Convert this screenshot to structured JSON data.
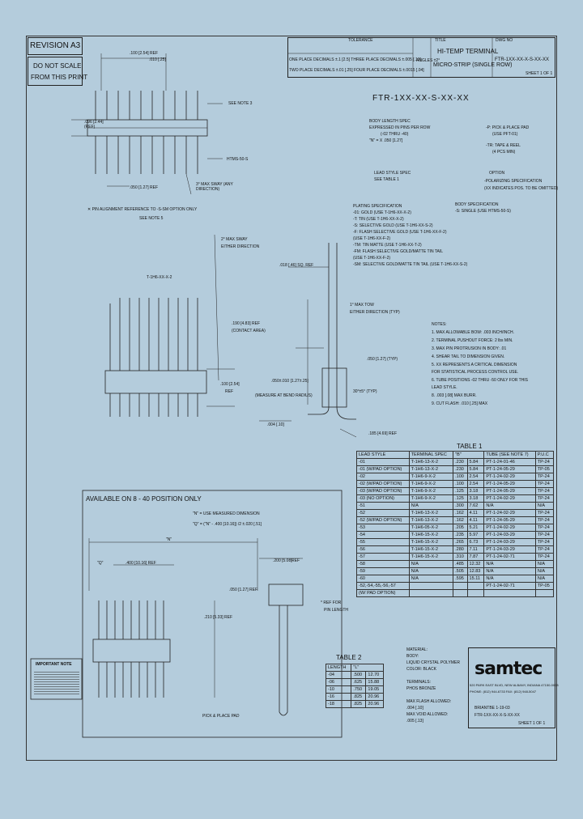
{
  "revision": "REVISION A3",
  "scale_note": [
    "DO NOT SCALE",
    "FROM THIS PRINT"
  ],
  "tolerance": {
    "header": "TOLERANCE",
    "line1": "ONE PLACE DECIMALS ±.1 [2.5] THREE PLACE DECIMALS ±.005 [.13]",
    "line2": "TWO PLACE DECIMALS ±.01 [.25] FOUR PLACE DECIMALS ±.0015 [.04]",
    "angles": "ANGLES ±2°"
  },
  "title": {
    "label": "TITLE",
    "line1": "HI-TEMP TERMINAL",
    "line2": "MICRO-STRIP (SINGLE ROW)"
  },
  "dwg_no": {
    "label": "DWG NO",
    "value": "FTR-1XX-XX-X-S-XX-XX",
    "sheet": "SHEET 1 OF 1"
  },
  "part_number": "FTR-1XX-XX-S-XX-XX",
  "spec_callouts": {
    "body_length": [
      "BODY LENGTH SPEC",
      "EXPRESSED IN PINS PER ROW",
      "(-02 THRU -40)",
      "\"N\" = X .050 [1.27]"
    ],
    "lead_style": [
      "LEAD STYLE SPEC",
      "SEE TABLE 1"
    ],
    "plating_title": "PLATING SPECIFICATION",
    "plating": [
      "-01: GOLD (USE T-1H6-XX-X-2)",
      "-T: TIN (USE T-1H6-XX-X-2)",
      "-S: SELECTIVE GOLD (USE T-1H6-XX-S-2)",
      "-F: FLASH SELECTIVE GOLD (USE T-1H6-XX-F-2)",
      "  (USE T-1H6-XX-F-2)",
      "-TM: TIN MATTE (USE T-1H6-XX-T-2)",
      "-FM: FLASH SELECTIVE GOLD/MATTE TIN TAIL",
      "  (USE T-1H6-XX-F-2)",
      "-SM: SELECTIVE GOLD/MATTE TIN TAIL (USE T-1H6-XX-S-2)"
    ],
    "pickplace": [
      "-P: PICK & PLACE PAD",
      "(USE PFT-01)",
      "-TR: TAPE & REEL",
      "(4 PCS MIN)"
    ],
    "option": [
      "OPTION",
      "-POLARIZING SPECIFICATION",
      "(XX INDICATES POS. TO BE OMITTED)"
    ],
    "body_spec": [
      "BODY SPECIFICATION",
      "-S: SINGLE (USE HTMS-50-S)"
    ]
  },
  "dims_top": [
    ".100 [2.54] REF",
    ".010 [.25]",
    "SEE NOTE 3",
    ".096 [2.44] (REF)",
    "HTMS-50-S",
    ".050 [1.27] REF",
    "3° MAX SWAY (ANY DIRECTION)"
  ],
  "pin_align_note": [
    "✕ PIN ALIGNMENT REFERENCE TO -S-SM OPTION ONLY",
    "SEE NOTE 5"
  ],
  "dims_side": [
    "2° MAX SWAY",
    "EITHER DIRECTION",
    "T-1H6-XX-X-2",
    ".018 [.46] SQ. REF",
    ".190 [4.83] REF",
    "(CONTACT AREA)",
    ".100 [2.54]",
    "REF",
    "1° MAX TOW",
    "EITHER DIRECTION (TYP)",
    ".050 [1.27] (TYP)",
    ".050±.010 [1.27±.25]",
    "(MEASURE AT BEND RADIUS)",
    ".185 [4.69] REF",
    ".004 [.10]",
    "30°±5° (TYP)"
  ],
  "notes_title": "NOTES:",
  "notes": [
    "1. MAX ALLOWABLE BOW: .003 INCH/INCH.",
    "2. TERMINAL PUSHOUT FORCE: 2 lbs MIN.",
    "3. MAX PIN PROTRUSION IN BODY: .01",
    "4. SHEAR TAIL TO DIMENSION GIVEN.",
    "5. XX REPRESENTS A CRITICAL DIMENSION",
    "   FOR STATISTICAL PROCESS CONTROL USE.",
    "6. TUBE POSITIONS -02 THRU -50 ONLY FOR THIS",
    "   LEAD STYLE.",
    "8. .003 [.08] MAX BURR.",
    "9. CUT FLASH: .010 [.25] MAX"
  ],
  "table1": {
    "title": "TABLE 1",
    "headers": [
      "LEAD STYLE",
      "TERMINAL SPEC",
      "\"B\"",
      "TUBE (SEE NOTE 7)",
      "P.U.C"
    ],
    "rows": [
      [
        "-01",
        "T-1H6-13-X-2",
        ".230",
        "5.84",
        "PT-1-24-01-46",
        "TP-24"
      ],
      [
        "-01 (W/PAD OPTION)",
        "T-1H6-13-X-2",
        ".230",
        "5.84",
        "PT-1-24-05-29",
        "TP-05"
      ],
      [
        "-02",
        "T-1H6-9-X-2",
        ".100",
        "2.54",
        "PT-1-24-02-29",
        "TP-24"
      ],
      [
        "-02 (W/PAD OPTION)",
        "T-1H6-9-X-2",
        ".100",
        "2.54",
        "PT-1-24-05-29",
        "TP-24"
      ],
      [
        "-03 (W/PAD OPTION)",
        "T-1H6-9-X-2",
        ".125",
        "3.18",
        "PT-1-24-05-29",
        "TP-24"
      ],
      [
        "-03 (NO OPTION)",
        "T-1H6-9-X-2",
        ".125",
        "3.18",
        "PT-1-24-02-29",
        "TP-24"
      ],
      [
        "-51",
        "N/A",
        ".300",
        "7.62",
        "N/A",
        "N/A"
      ],
      [
        "-52",
        "T-1H6-13-X-2",
        ".162",
        "4.11",
        "PT-1-24-02-29",
        "TP-24"
      ],
      [
        "-52 (W/PAD OPTION)",
        "T-1H6-13-X-2",
        ".162",
        "4.11",
        "PT-1-24-05-29",
        "TP-24"
      ],
      [
        "-53",
        "T-1H6-05-X-2",
        ".205",
        "5.21",
        "PT-1-24-02-29",
        "TP-24"
      ],
      [
        "-54",
        "T-1H6-15-X-2",
        ".235",
        "5.97",
        "PT-1-24-03-29",
        "TP-24"
      ],
      [
        "-55",
        "T-1H6-15-X-2",
        ".265",
        "6.73",
        "PT-1-24-03-29",
        "TP-24"
      ],
      [
        "-56",
        "T-1H6-15-X-2",
        ".280",
        "7.11",
        "PT-1-24-03-29",
        "TP-24"
      ],
      [
        "-57",
        "T-1H6-15-X-2",
        ".310",
        "7.87",
        "PT-1-24-02-71",
        "TP-24"
      ],
      [
        "-58",
        "N/A",
        ".485",
        "12.32",
        "N/A",
        "N/A"
      ],
      [
        "-59",
        "N/A",
        ".505",
        "12.83",
        "N/A",
        "N/A"
      ],
      [
        "-60",
        "N/A",
        ".595",
        "15.11",
        "N/A",
        "N/A"
      ],
      [
        "-52,-54,-55,-56,-57",
        "",
        "",
        "",
        "PT-1-24-02-71",
        "TP-05"
      ],
      [
        "(W/ PAD OPTION)",
        "",
        "",
        "",
        "",
        ""
      ]
    ]
  },
  "pinlength_ref": [
    "* REF FOR",
    "PIN LENGTH"
  ],
  "availability_box": {
    "title": "AVAILABLE ON 8 - 40 POSITION ONLY",
    "formula1": "\"N\" = USE MEASURED DIMENSION",
    "formula2": "\"Q\" = (\"N\" - .400 [10.16]) /2 ±.020 [.51]",
    "dims": [
      "\"N\"",
      "\"Q\"",
      ".400 [10.16] REF",
      ".200 [5.08]",
      "REF",
      ".050 [1.27] REF",
      ".210 [5.33] REF"
    ],
    "pad_label": "PICK & PLACE PAD"
  },
  "table2": {
    "title": "TABLE 2",
    "headers": [
      "LENGTH",
      "\"L\""
    ],
    "rows": [
      [
        "-04",
        ".500",
        "12.70"
      ],
      [
        "-06",
        ".625",
        "15.88"
      ],
      [
        "-10",
        ".750",
        "19.05"
      ],
      [
        "-16",
        ".825",
        "20.96"
      ],
      [
        "-18",
        ".825",
        "20.96"
      ]
    ]
  },
  "material": [
    "MATERIAL:",
    "BODY:",
    "LIQUID CRYSTAL POLYMER",
    "COLOR: BLACK",
    "",
    "TERMINALS:",
    "PHOS BRONZE",
    "",
    "MAX FLASH ALLOWED:",
    ".004 [.10]",
    "MAX VOID ALLOWED:",
    ".005 [.13]"
  ],
  "warning_box": "IMPORTANT NOTE",
  "company": {
    "logo": "samtec",
    "address1": "520 PARK EAST BLVD, NEW ALBANY, INDIANA 47150-0008",
    "address2": "PHONE: (812) 944-6733  FAX: (812) 948-5047",
    "drawn": "BRIANTBE 1-19-03",
    "dwg": "FTR-1XX-XX-X-S-XX-XX",
    "sheet": "SHEET 1 OF 1"
  }
}
